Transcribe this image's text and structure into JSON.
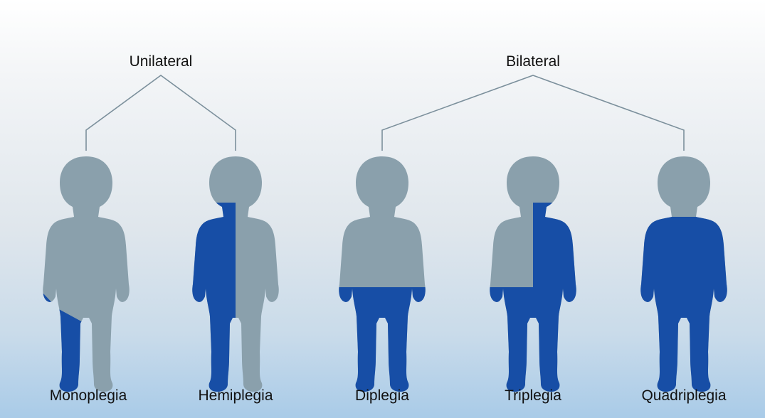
{
  "groups": [
    {
      "label": "Unilateral"
    },
    {
      "label": "Bilateral"
    }
  ],
  "figures": [
    {
      "label": "Monoplegia"
    },
    {
      "label": "Hemiplegia"
    },
    {
      "label": "Diplegia"
    },
    {
      "label": "Triplegia"
    },
    {
      "label": "Quadriplegia"
    }
  ],
  "colors": {
    "body": "#8aa0ac",
    "affected": "#174ea6",
    "connector": "#7c909c",
    "text": "#111111"
  }
}
